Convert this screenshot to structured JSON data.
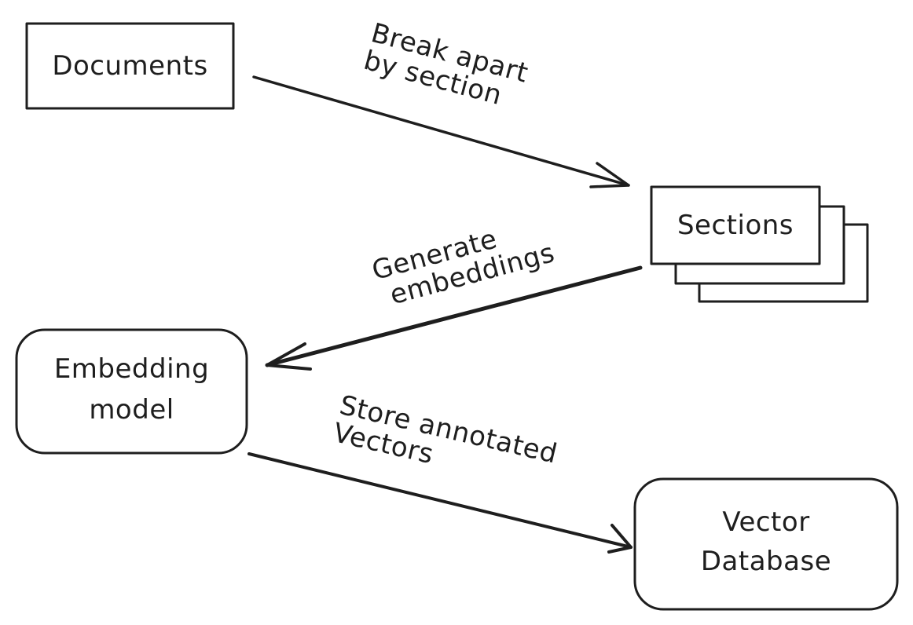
{
  "diagram": {
    "type": "flowchart",
    "style": "hand-drawn",
    "stroke_color": "#1e1e1e",
    "background": "#ffffff",
    "nodes": [
      {
        "id": "documents",
        "label": "Documents",
        "shape": "rectangle"
      },
      {
        "id": "sections",
        "label": "Sections",
        "shape": "stacked-rectangles"
      },
      {
        "id": "embedding_model",
        "label_lines": [
          "Embedding",
          "model"
        ],
        "shape": "rounded-rectangle"
      },
      {
        "id": "vector_database",
        "label_lines": [
          "Vector",
          "Database"
        ],
        "shape": "rounded-rectangle"
      }
    ],
    "edges": [
      {
        "from": "documents",
        "to": "sections",
        "label_lines": [
          "Break apart",
          "by section"
        ]
      },
      {
        "from": "sections",
        "to": "embedding_model",
        "label_lines": [
          "Generate",
          "embeddings"
        ]
      },
      {
        "from": "embedding_model",
        "to": "vector_database",
        "label_lines": [
          "Store annotated",
          "Vectors"
        ]
      }
    ]
  }
}
